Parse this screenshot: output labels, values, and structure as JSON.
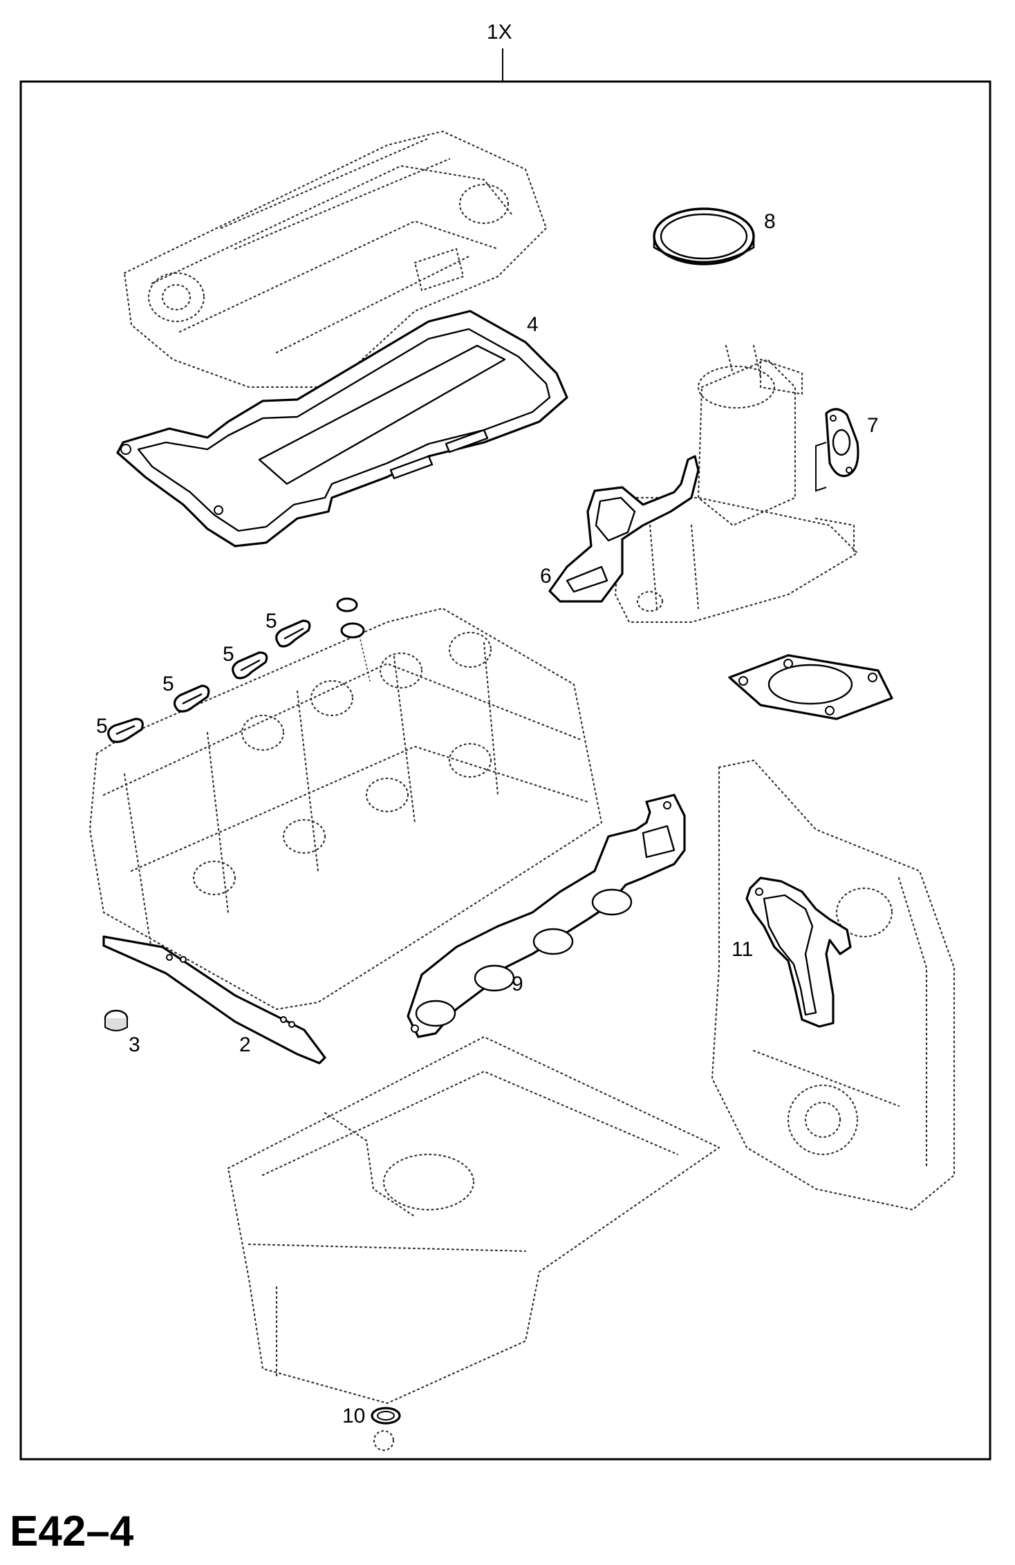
{
  "diagram": {
    "assembly_label": "1X",
    "page_code": "E42–4",
    "callouts": {
      "c2": "2",
      "c3": "3",
      "c4": "4",
      "c5a": "5",
      "c5b": "5",
      "c5c": "5",
      "c5d": "5",
      "c6": "6",
      "c7": "7",
      "c8": "8",
      "c9": "9",
      "c10": "10",
      "c11": "11"
    }
  }
}
